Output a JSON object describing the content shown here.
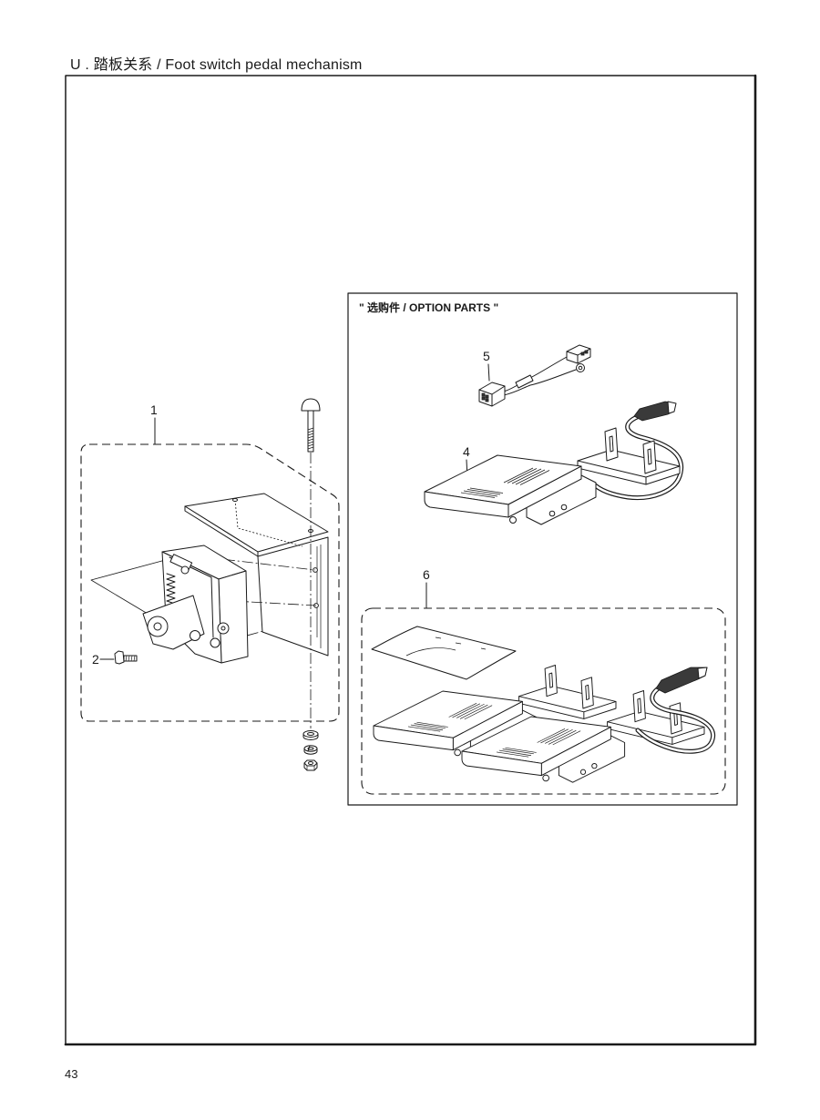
{
  "header": {
    "title": "U . 踏板关系 / Foot switch pedal mechanism"
  },
  "option_parts": {
    "label": "\" 选购件 / OPTION PARTS \""
  },
  "callouts": {
    "part_1": "1",
    "part_2": "2",
    "part_4": "4",
    "part_5": "5",
    "part_6": "6"
  },
  "page": {
    "number": "43"
  }
}
